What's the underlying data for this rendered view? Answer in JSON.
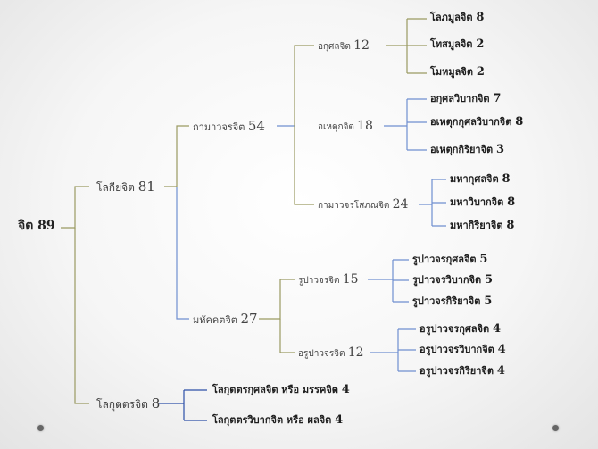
{
  "root": {
    "label": "จิต",
    "count": "89"
  },
  "lokiya": {
    "label": "โลกียจิต",
    "count": "81"
  },
  "kamavacara": {
    "label": "กามาวจรจิต",
    "count": "54"
  },
  "akusala": {
    "label": "อกุศลจิต",
    "count": "12"
  },
  "lobha": {
    "label": "โลภมูลจิต",
    "count": "8"
  },
  "dosa": {
    "label": "โทสมูลจิต",
    "count": "2"
  },
  "moha": {
    "label": "โมหมูลจิต",
    "count": "2"
  },
  "ahetuka": {
    "label": "อเหตุกจิต",
    "count": "18"
  },
  "akusala_vipaka": {
    "label": "อกุศลวิบากจิต",
    "count": "7"
  },
  "ahetuka_kusala_vipaka": {
    "label": "อเหตุกกุศลวิบากจิต",
    "count": "8"
  },
  "ahetuka_kiriya": {
    "label": "อเหตุกกิริยาจิต",
    "count": "3"
  },
  "kama_sobhana": {
    "label": "กามาวจรโสภณจิต",
    "count": "24"
  },
  "maha_kusala": {
    "label": "มหากุศลจิต",
    "count": "8"
  },
  "maha_vipaka": {
    "label": "มหาวิบากจิต",
    "count": "8"
  },
  "maha_kiriya": {
    "label": "มหากิริยาจิต",
    "count": "8"
  },
  "mahaggata": {
    "label": "มหัคคตจิต",
    "count": "27"
  },
  "rupavacara": {
    "label": "รูปาวจรจิต",
    "count": "15"
  },
  "rupa_kusala": {
    "label": "รูปาวจรกุศลจิต",
    "count": "5"
  },
  "rupa_vipaka": {
    "label": "รูปาวจรวิบากจิต",
    "count": "5"
  },
  "rupa_kiriya": {
    "label": "รูปาวจรกิริยาจิต",
    "count": "5"
  },
  "arupavacara": {
    "label": "อรูปาวจรจิต",
    "count": "12"
  },
  "arupa_kusala": {
    "label": "อรูปาวจรกุศลจิต",
    "count": "4"
  },
  "arupa_vipaka": {
    "label": "อรูปาวจรวิบากจิต",
    "count": "4"
  },
  "arupa_kiriya": {
    "label": "อรูปาวจรกิริยาจิต",
    "count": "4"
  },
  "lokuttara": {
    "label": "โลกุตตรจิต",
    "count": "8"
  },
  "lokuttara_kusala": {
    "label": "โลกุตตรกุศลจิต หรือ มรรคจิต",
    "count": "4"
  },
  "lokuttara_vipaka": {
    "label": "โลกุตตรวิบากจิต  หรือ ผลจิต",
    "count": "4"
  },
  "colors": {
    "olive_connector": "#9a9a62",
    "blue_connector": "#6f8fd0",
    "dark_blue_connector": "#2c4fa8",
    "text": "#333333"
  }
}
